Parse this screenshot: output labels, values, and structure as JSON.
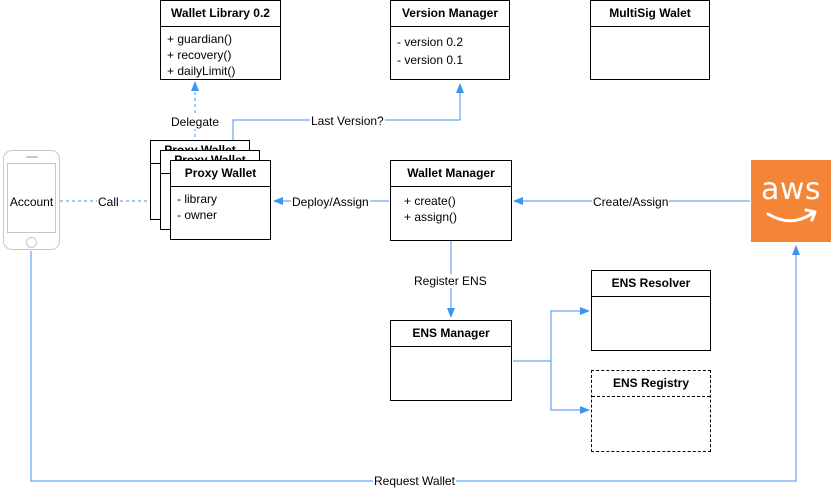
{
  "wallet_library": {
    "title": "Wallet Library 0.2",
    "items": [
      "+ guardian()",
      "+ recovery()",
      "+ dailyLimit()"
    ]
  },
  "version_manager": {
    "title": "Version Manager",
    "items": [
      "- version 0.2",
      "- version 0.1"
    ]
  },
  "multisig": {
    "title": "MultiSig Walet"
  },
  "proxy_wallet": {
    "title": "Proxy Wallet",
    "back_title": "Proxy Wallet",
    "items": [
      "- library",
      "- owner"
    ]
  },
  "wallet_manager": {
    "title": "Wallet Manager",
    "items": [
      "+ create()",
      "+ assign()"
    ]
  },
  "ens_manager": {
    "title": "ENS Manager"
  },
  "ens_resolver": {
    "title": "ENS Resolver"
  },
  "ens_registry": {
    "title": "ENS Registry"
  },
  "account": {
    "label": "Account"
  },
  "aws": {
    "logo_text": "aws",
    "color": "#f58536"
  },
  "edges": {
    "delegate": "Delegate",
    "last_version": "Last Version?",
    "call": "Call",
    "deploy_assign": "Deploy/Assign",
    "create_assign": "Create/Assign",
    "register_ens": "Register ENS",
    "request_wallet": "Request Wallet"
  },
  "colors": {
    "connector": "#3c93f0",
    "border": "#000000"
  }
}
